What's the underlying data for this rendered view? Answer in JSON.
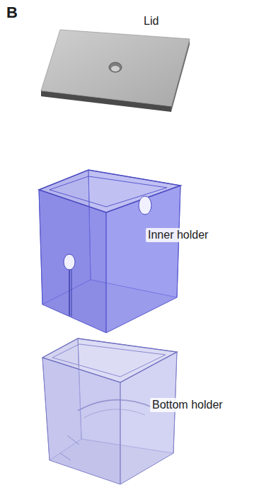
{
  "diagram": {
    "labels": [
      "B",
      "Lid",
      "Inner holder",
      "Bottom holder"
    ]
  }
}
